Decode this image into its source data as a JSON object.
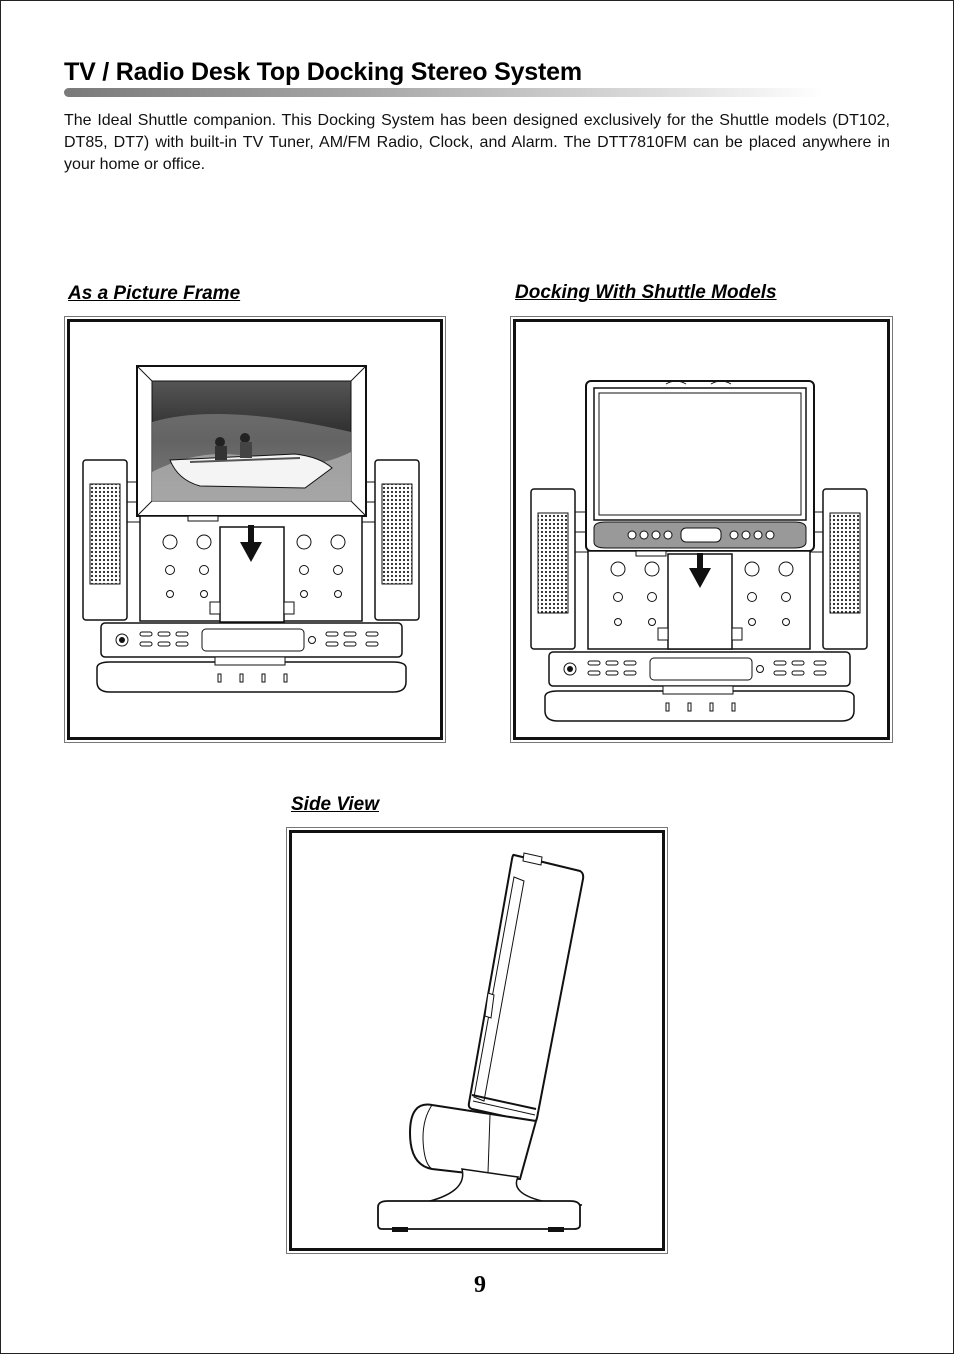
{
  "page": {
    "title": "TV / Radio Desk Top Docking Stereo System",
    "intro": "The Ideal Shuttle companion. This Docking  System has been designed exclusively for the Shuttle models (DT102, DT85, DT7) with built-in TV Tuner, AM/FM Radio, Clock, and  Alarm. The DTT7810FM can be placed anywhere in your home or office.",
    "page_number": "9"
  },
  "figures": {
    "picture_frame": {
      "label": "As a Picture Frame"
    },
    "docking": {
      "label": "Docking With Shuttle Models"
    },
    "side_view": {
      "label": "Side View"
    }
  }
}
